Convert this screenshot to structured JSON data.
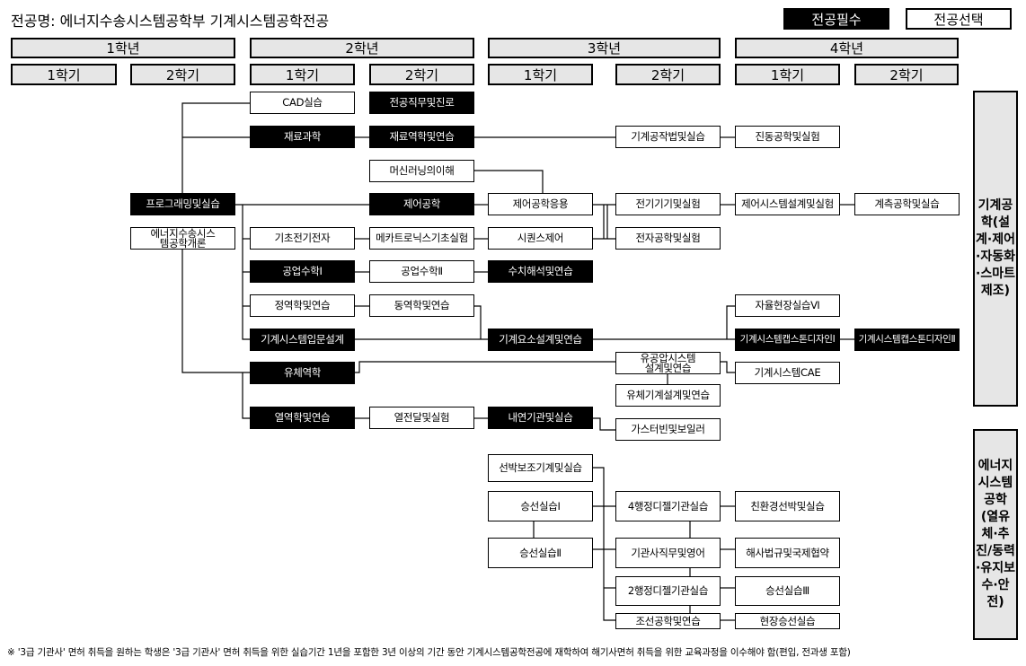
{
  "title": "전공명: 에너지수송시스템공학부  기계시스템공학전공",
  "legend": {
    "required": "전공필수",
    "elective": "전공선택"
  },
  "years": [
    "1학년",
    "2학년",
    "3학년",
    "4학년"
  ],
  "semesters": [
    "1학기",
    "2학기",
    "1학기",
    "2학기",
    "1학기",
    "2학기",
    "1학기",
    "2학기"
  ],
  "courses": {
    "cad": "CAD실습",
    "career": "전공직무및진로",
    "materials": "재료과학",
    "mech_materials": "재료역학및연습",
    "manufacturing": "기계공작법및실습",
    "vibration": "진동공학및실험",
    "ml": "머신러닝의이해",
    "programming": "프로그래밍및실습",
    "control": "제어공학",
    "control_app": "제어공학응용",
    "electric_machine": "전기기기및실험",
    "control_design": "제어시스템설계및실험",
    "measurement": "계측공학및실습",
    "intro_energy": "에너지수송시스템공학개론",
    "basic_elec": "기초전기전자",
    "mechatronics": "메카트로닉스기초실험",
    "sequence": "시퀀스제어",
    "electronics": "전자공학및실험",
    "math1": "공업수학Ⅰ",
    "math2": "공업수학Ⅱ",
    "numerical": "수치해석및연습",
    "statics": "정역학및연습",
    "dynamics": "동역학및연습",
    "intro_design": "기계시스템입문설계",
    "machine_element": "기계요소설계및연습",
    "field_practice": "자율현장실습Ⅵ",
    "capstone1": "기계시스템캡스톤디자인Ⅰ",
    "capstone2": "기계시스템캡스톤디자인Ⅱ",
    "fluid": "유체역학",
    "hydraulic": "유공압시스템설계및연습",
    "cae": "기계시스템CAE",
    "fluid_machine": "유체기계설계및연습",
    "thermo": "열역학및연습",
    "heat_transfer": "열전달및실험",
    "ic_engine": "내연기관및실습",
    "gas_turbine": "가스터빈및보일러",
    "ship_aux": "선박보조기계및실습",
    "onboard1": "승선실습Ⅰ",
    "onboard2": "승선실습Ⅱ",
    "diesel4": "4행정디젤기관실습",
    "engineer_eng": "기관사직무및영어",
    "diesel2": "2행정디젤기관실습",
    "shipbuilding": "조선공학및연습",
    "eco_ship": "친환경선박및실습",
    "maritime_law": "해사법규및국제협약",
    "onboard3": "승선실습Ⅲ",
    "field_onboard": "현장승선실습"
  },
  "tracks": {
    "mechanical": "기계공학(설계·제어·자동화·스마트제조)",
    "energy": "에너지시스템공학(열유체·추진/동력·유지보수·안전)"
  },
  "footnote": "※ '3급 기관사' 면허 취득을 원하는 학생은 '3급 기관사' 면허 취득을 위한 실습기간 1년을 포함한 3년 이상의 기간 동안 기계시스템공학전공에 재학하여 해기사면허 취득을 위한 교육과정을 이수해야 함(편입, 전과생 포함)"
}
